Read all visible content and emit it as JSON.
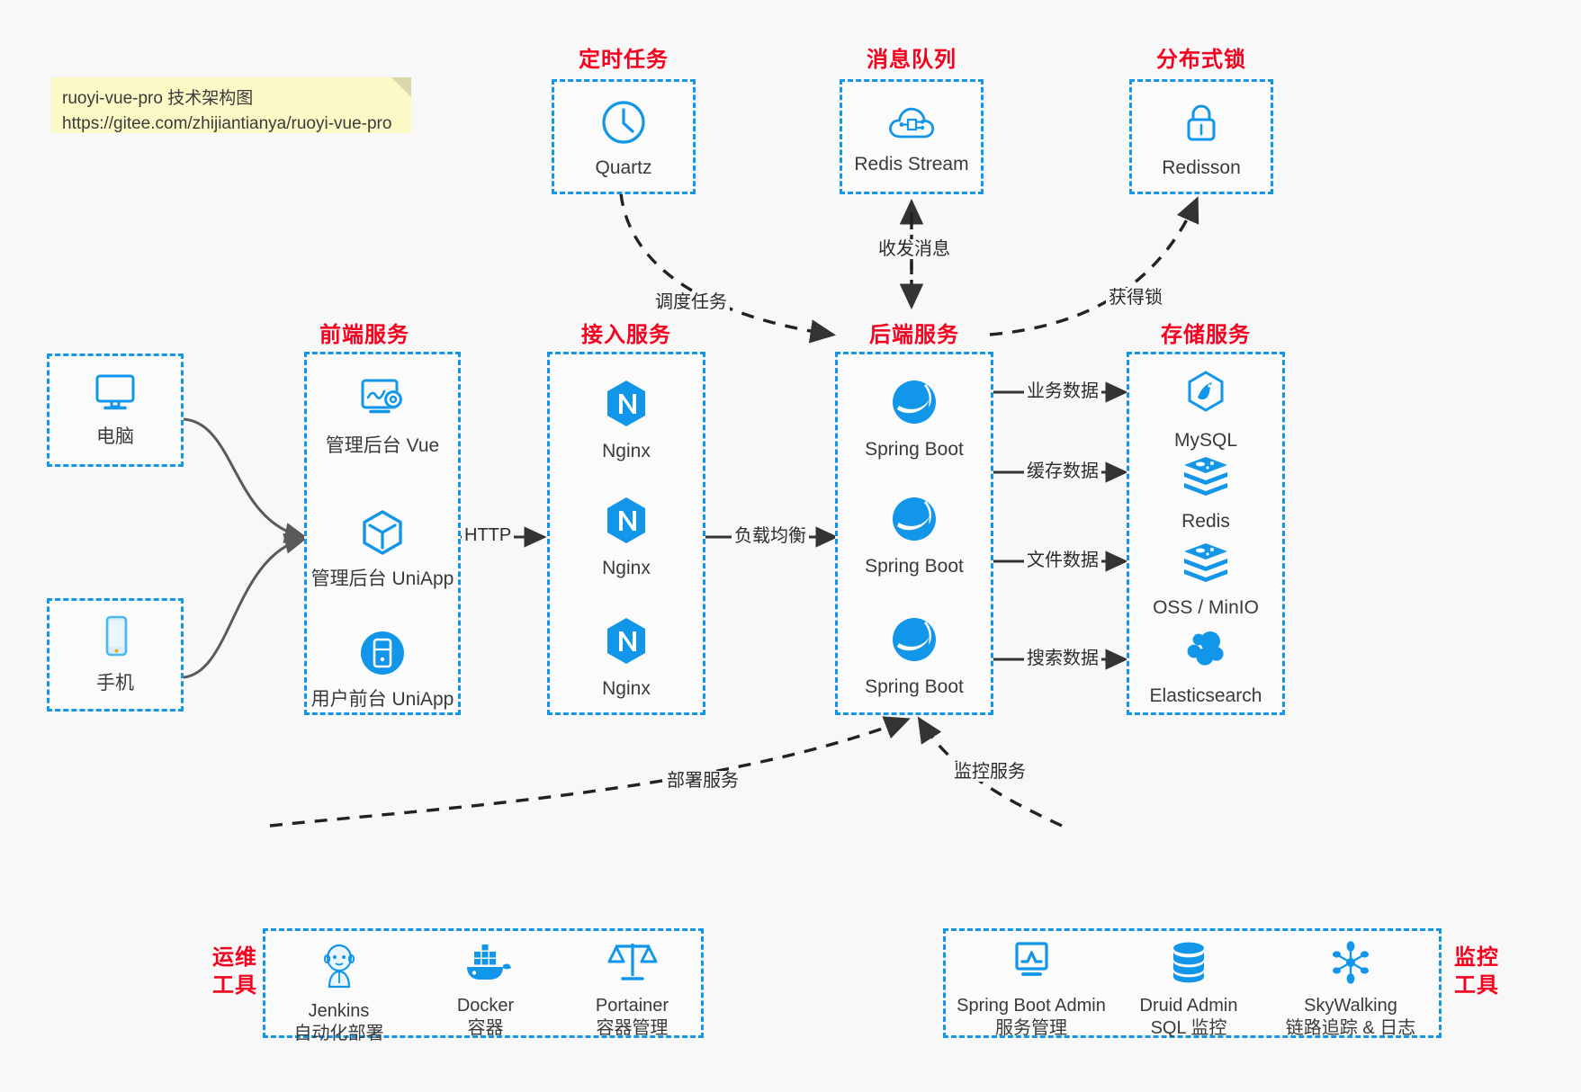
{
  "note": {
    "line1": "ruoyi-vue-pro 技术架构图",
    "line2": "https://gitee.com/zhijiantianya/ruoyi-vue-pro"
  },
  "colors": {
    "accent_blue": "#1296ea",
    "title_red": "#f5001e",
    "background": "#f8f8f8",
    "note_yellow": "#fbf9c6",
    "arrow_dark": "#333333",
    "arrow_gray": "#5a5a5a"
  },
  "groups": {
    "scheduler": {
      "title": "定时任务",
      "items": [
        {
          "label": "Quartz",
          "icon": "clock-icon"
        }
      ]
    },
    "mq": {
      "title": "消息队列",
      "items": [
        {
          "label": "Redis Stream",
          "icon": "cloud-stream-icon"
        }
      ]
    },
    "lock": {
      "title": "分布式锁",
      "items": [
        {
          "label": "Redisson",
          "icon": "lock-icon"
        }
      ]
    },
    "devices": {
      "pc": {
        "label": "电脑",
        "icon": "desktop-icon"
      },
      "phone": {
        "label": "手机",
        "icon": "mobile-icon"
      }
    },
    "frontend": {
      "title": "前端服务",
      "items": [
        {
          "label": "管理后台 Vue",
          "icon": "dashboard-settings-icon"
        },
        {
          "label": "管理后台 UniApp",
          "icon": "cube-icon"
        },
        {
          "label": "用户前台 UniApp",
          "icon": "mobile-app-icon"
        }
      ]
    },
    "gateway": {
      "title": "接入服务",
      "items": [
        {
          "label": "Nginx",
          "icon": "nginx-icon"
        },
        {
          "label": "Nginx",
          "icon": "nginx-icon"
        },
        {
          "label": "Nginx",
          "icon": "nginx-icon"
        }
      ]
    },
    "backend": {
      "title": "后端服务",
      "items": [
        {
          "label": "Spring Boot",
          "icon": "spring-boot-icon"
        },
        {
          "label": "Spring Boot",
          "icon": "spring-boot-icon"
        },
        {
          "label": "Spring Boot",
          "icon": "spring-boot-icon"
        }
      ]
    },
    "storage": {
      "title": "存储服务",
      "items": [
        {
          "label": "MySQL",
          "icon": "mysql-icon"
        },
        {
          "label": "Redis",
          "icon": "redis-icon"
        },
        {
          "label": "OSS / MinIO",
          "icon": "oss-minio-icon"
        },
        {
          "label": "Elasticsearch",
          "icon": "elasticsearch-icon"
        }
      ]
    },
    "devops": {
      "title_line1": "运维",
      "title_line2": "工具",
      "items": [
        {
          "name": "Jenkins",
          "desc": "自动化部署",
          "icon": "jenkins-icon"
        },
        {
          "name": "Docker",
          "desc": "容器",
          "icon": "docker-icon"
        },
        {
          "name": "Portainer",
          "desc": "容器管理",
          "icon": "scales-icon"
        }
      ]
    },
    "monitor": {
      "title_line1": "监控",
      "title_line2": "工具",
      "items": [
        {
          "name": "Spring Boot Admin",
          "desc": "服务管理",
          "icon": "monitor-chart-icon"
        },
        {
          "name": "Druid Admin",
          "desc": "SQL 监控",
          "icon": "database-icon"
        },
        {
          "name": "SkyWalking",
          "desc": "链路追踪 & 日志",
          "icon": "skywalking-icon"
        }
      ]
    }
  },
  "edges": {
    "http": "HTTP",
    "load_balance": "负载均衡",
    "schedule_task": "调度任务",
    "send_receive_message": "收发消息",
    "acquire_lock": "获得锁",
    "business_data": "业务数据",
    "cache_data": "缓存数据",
    "file_data": "文件数据",
    "search_data": "搜索数据",
    "deploy_service": "部署服务",
    "monitor_service": "监控服务"
  }
}
